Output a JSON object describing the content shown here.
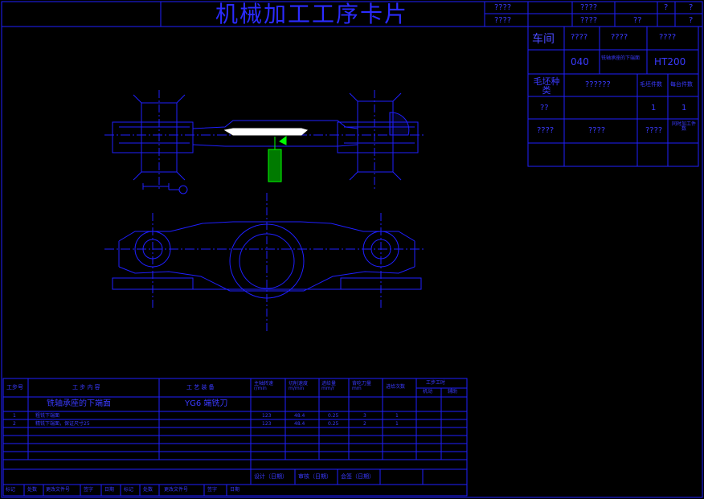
{
  "title": "机械加工工序卡片",
  "header_cells": [
    "????",
    "????",
    "????",
    "????",
    "??",
    "?",
    "?",
    "?"
  ],
  "info_panel": {
    "workshop_label": "车间",
    "row1": [
      "????",
      "????",
      "????"
    ],
    "op_no": "040",
    "op_name": "铣轴承座的下端面",
    "material": "HT200",
    "blank_type_label": "毛坯种类",
    "blank_value": "??????",
    "blank_size_label": "毛坯件数",
    "parts_label": "每台件数",
    "blank_kind": "??",
    "count1": "1",
    "count2": "1",
    "row5": [
      "????",
      "????",
      "????",
      "同时加工件数"
    ]
  },
  "table": {
    "headers": [
      "工步号",
      "工 步 内 容",
      "工 艺 装 备",
      "主轴转速 r/min",
      "切削速度 m/min",
      "进给量 mm/r",
      "背吃刀量 mm",
      "进给次数",
      "工步工时"
    ],
    "subheaders": [
      "机动",
      "辅助"
    ],
    "op_title": "铣轴承座的下端面",
    "tool": "YG6 端铣刀",
    "rows": [
      {
        "no": "1",
        "content": "粗铣下端面",
        "speed": "123",
        "cut": "48.4",
        "feed": "0.25",
        "depth": "3",
        "passes": "1"
      },
      {
        "no": "2",
        "content": "精铣下端面，保证尺寸25",
        "speed": "123",
        "cut": "48.4",
        "feed": "0.25",
        "depth": "2",
        "passes": "1"
      }
    ],
    "sign_row": [
      "设计（日期）",
      "审核（日期）",
      "会签（日期）"
    ],
    "footer": [
      "标记",
      "处数",
      "更改文件号",
      "签字",
      "日期",
      "标记",
      "处数",
      "更改文件号",
      "签字",
      "日期"
    ]
  }
}
